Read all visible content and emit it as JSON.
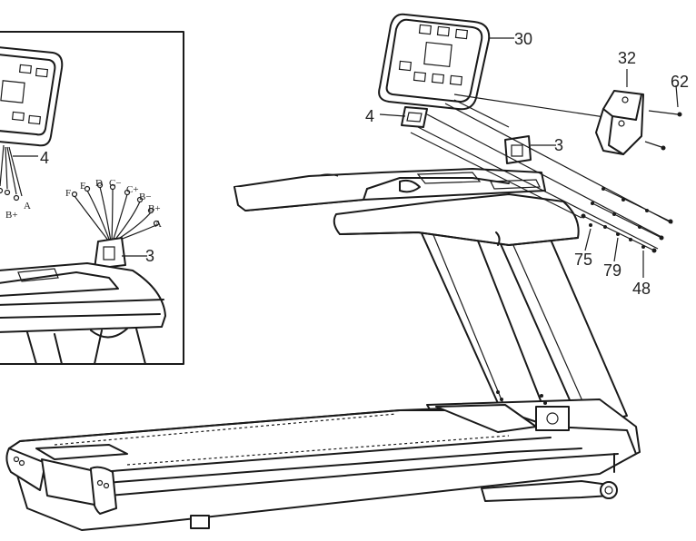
{
  "callouts": {
    "console": "30",
    "cable_main": "4",
    "cable_inset": "4",
    "connector_main": "3",
    "connector_inset": "3",
    "cover": "32",
    "screw_62": "62",
    "screw_75": "75",
    "screw_79": "79",
    "screw_48": "48"
  },
  "wires": {
    "left": [
      "B+",
      "A"
    ],
    "right": [
      "F",
      "E",
      "D",
      "C−",
      "C+",
      "B−",
      "B+",
      "A"
    ]
  }
}
